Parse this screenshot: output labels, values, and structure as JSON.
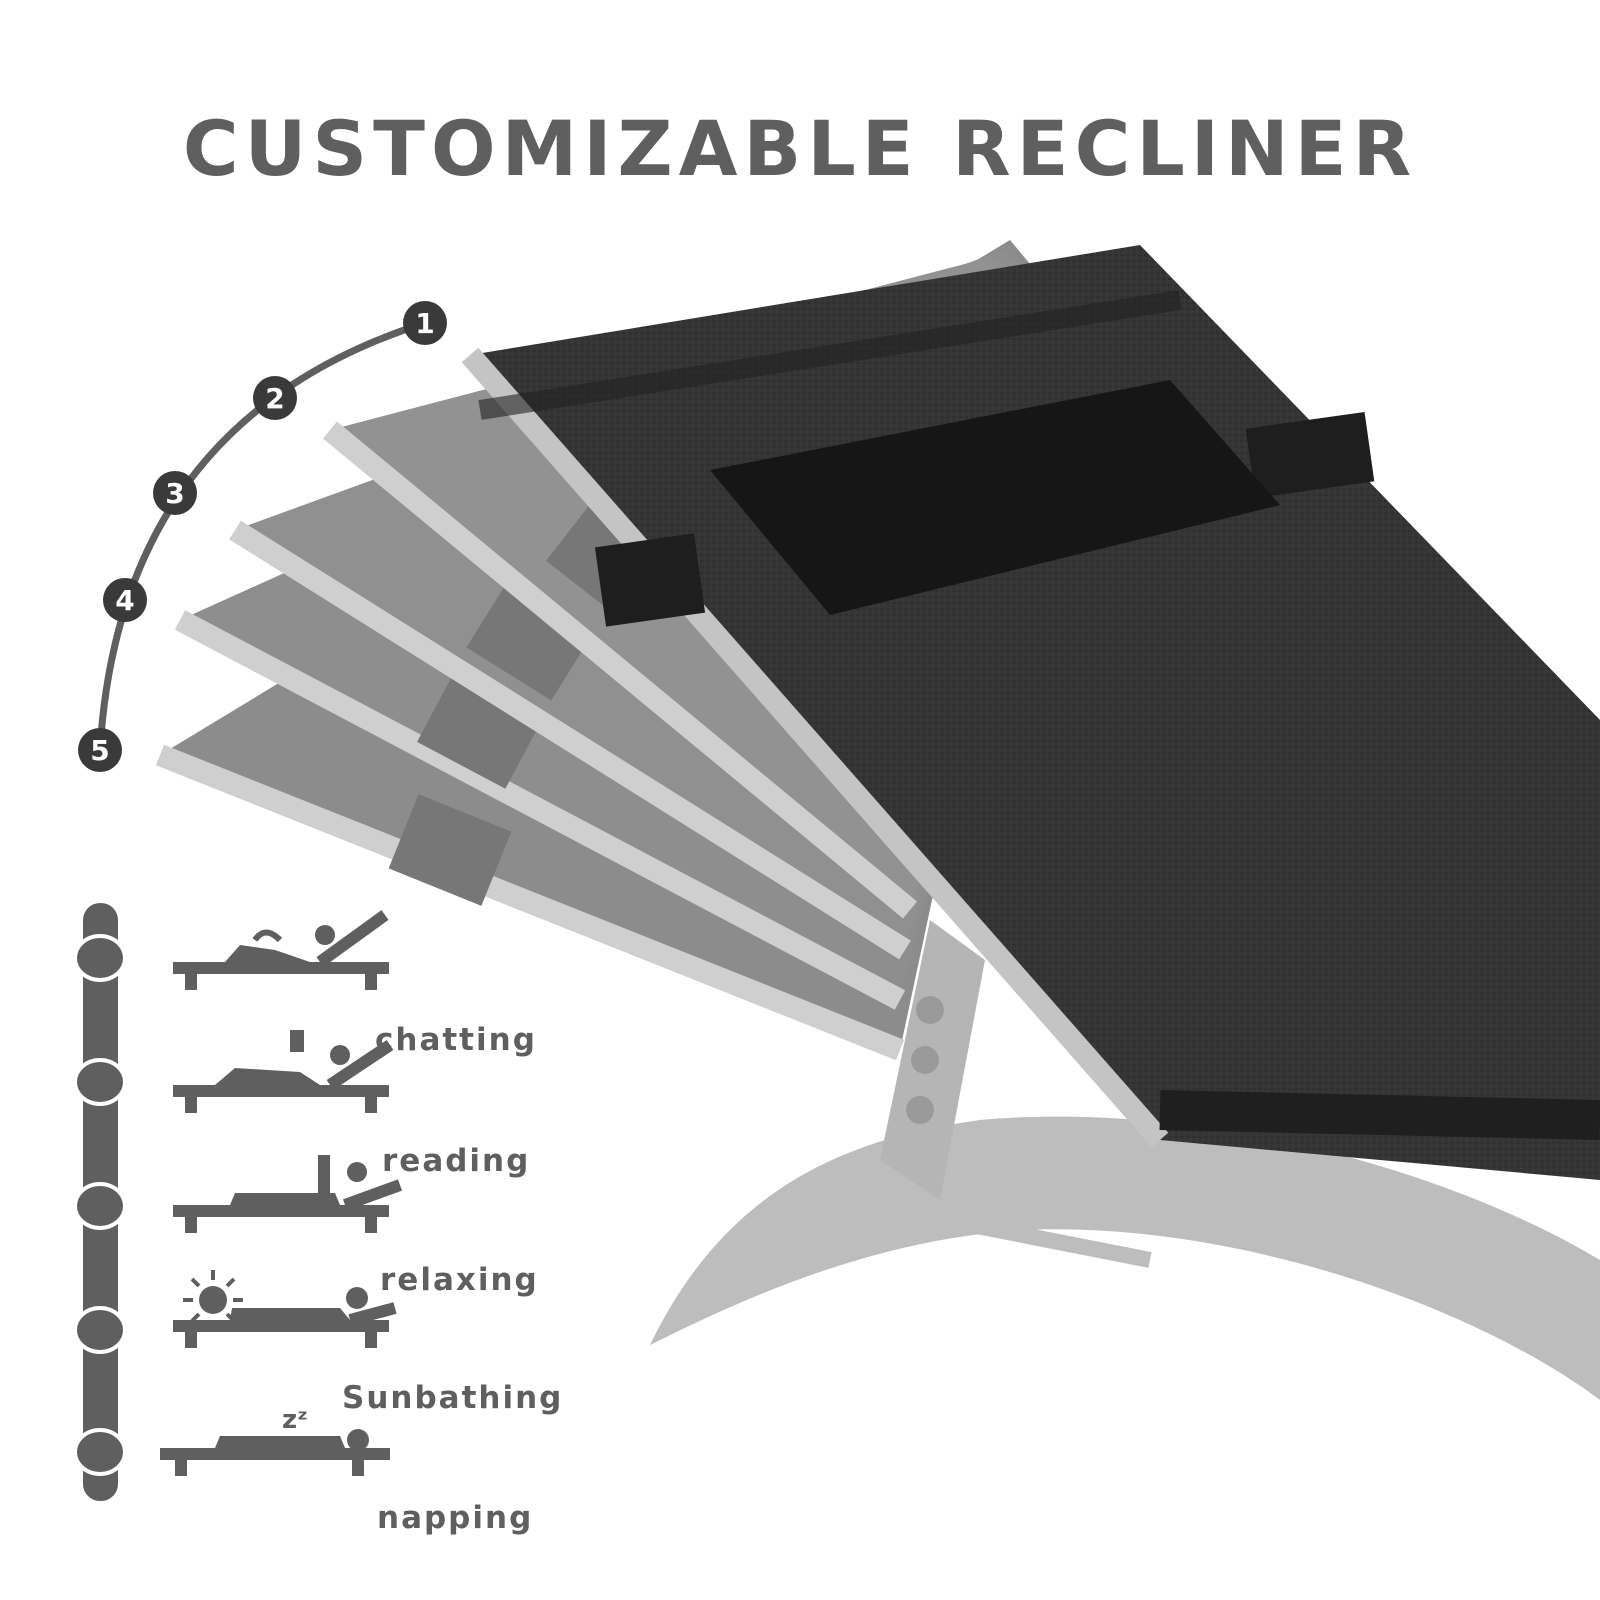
{
  "title": "CUSTOMIZABLE RECLINER",
  "positions": [
    "1",
    "2",
    "3",
    "4",
    "5"
  ],
  "modes": [
    {
      "label": "chatting",
      "icon": "chatting-lounger-icon"
    },
    {
      "label": "reading",
      "icon": "reading-lounger-icon"
    },
    {
      "label": "relaxing",
      "icon": "relaxing-lounger-icon"
    },
    {
      "label": "Sunbathing",
      "icon": "sunbathing-lounger-icon"
    },
    {
      "label": "napping",
      "icon": "napping-lounger-icon"
    }
  ],
  "icons": {
    "sun": "sun-icon",
    "zzz": "sleep-zzz-icon"
  },
  "sleep_text": "zᶻ",
  "colors": {
    "text": "#5f5f5f",
    "mesh_dark": "#2f2f2f",
    "mesh_ghost": "#8a8a8a",
    "frame": "#bdbdbd"
  }
}
